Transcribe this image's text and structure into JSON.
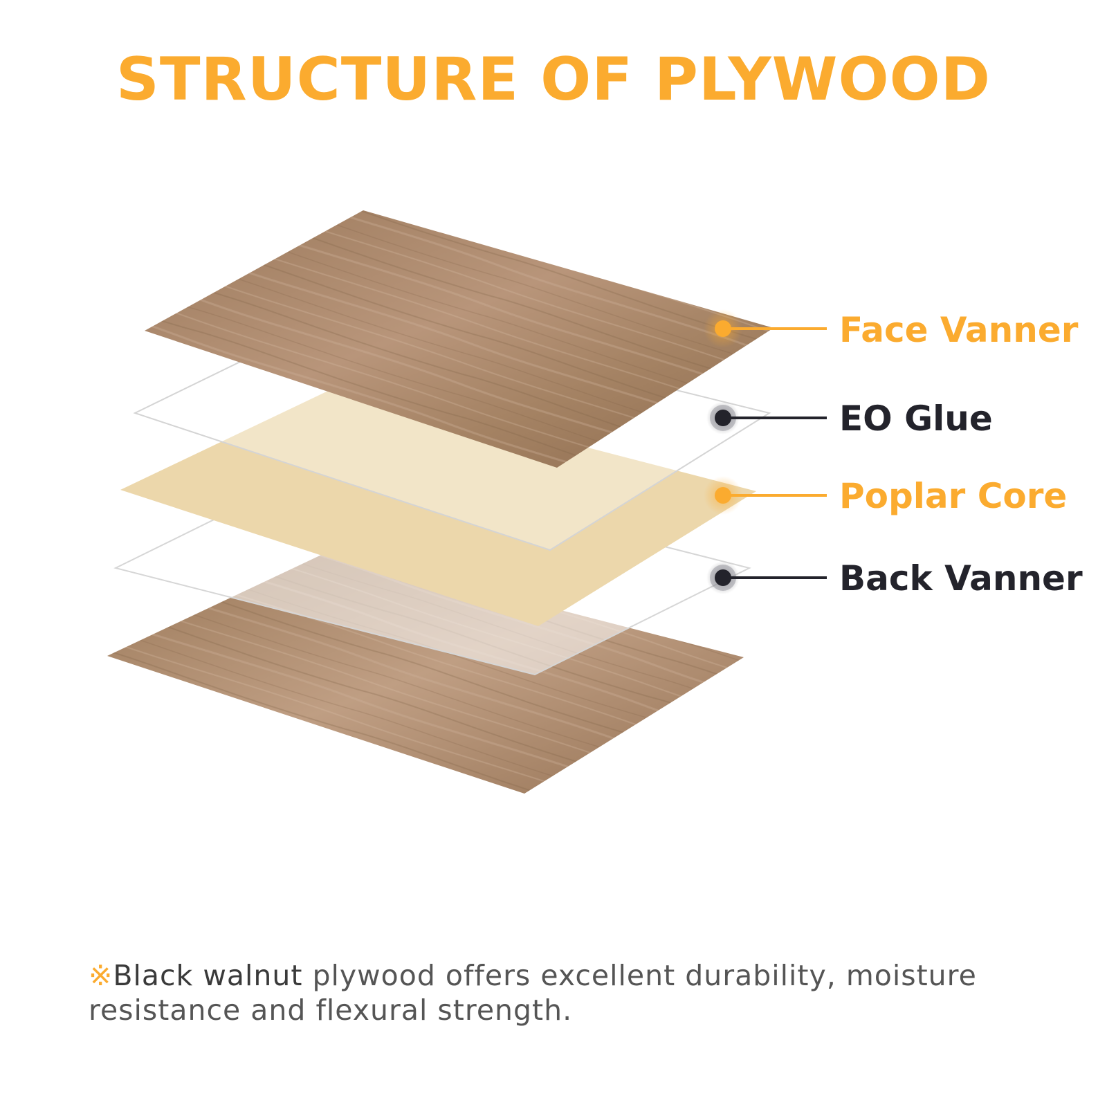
{
  "title": "STRUCTURE OF PLYWOOD",
  "layers": [
    {
      "label": "Face Vanner",
      "color": "#fbab2f"
    },
    {
      "label": "EO Glue",
      "color": "#23232b"
    },
    {
      "label": "Poplar Core",
      "color": "#fbab2f"
    },
    {
      "label": "Back Vanner",
      "color": "#23232b"
    }
  ],
  "colors": {
    "accent": "#fbab2f",
    "dark": "#23232b",
    "walnut": "#a68466",
    "poplar": "#ecd7ab"
  },
  "footnote": {
    "mark": "※",
    "emphasis": "Black walnut",
    "text": " plywood offers excellent durability, moisture resistance and flexural strength."
  }
}
